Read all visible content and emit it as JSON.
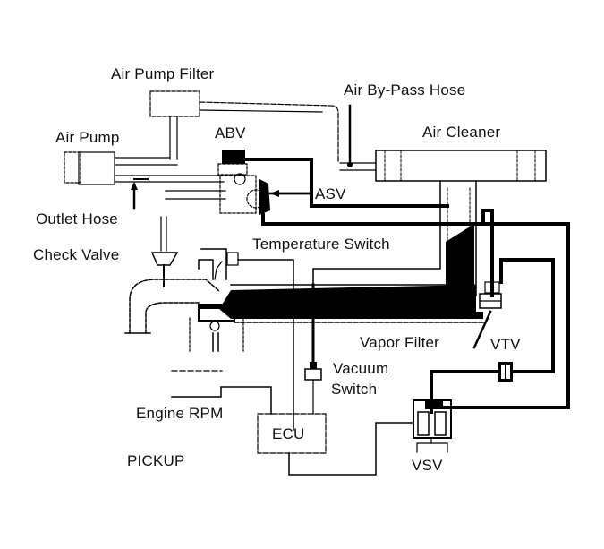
{
  "diagram": {
    "title": "PICKUP",
    "labels": {
      "air_pump_filter": "Air Pump Filter",
      "air_bypass_hose": "Air By-Pass Hose",
      "air_pump": "Air Pump",
      "abv": "ABV",
      "air_cleaner": "Air Cleaner",
      "asv": "ASV",
      "outlet_hose": "Outlet Hose",
      "check_valve": "Check Valve",
      "temperature_switch": "Temperature Switch",
      "vapor_filter": "Vapor Filter",
      "vtv": "VTV",
      "vacuum_switch_line1": "Vacuum",
      "vacuum_switch_line2": "Switch",
      "engine_rpm": "Engine RPM",
      "ecu": "ECU",
      "vsv": "VSV",
      "pickup": "PICKUP"
    },
    "colors": {
      "ink": "#000000",
      "paper": "#ffffff"
    }
  }
}
